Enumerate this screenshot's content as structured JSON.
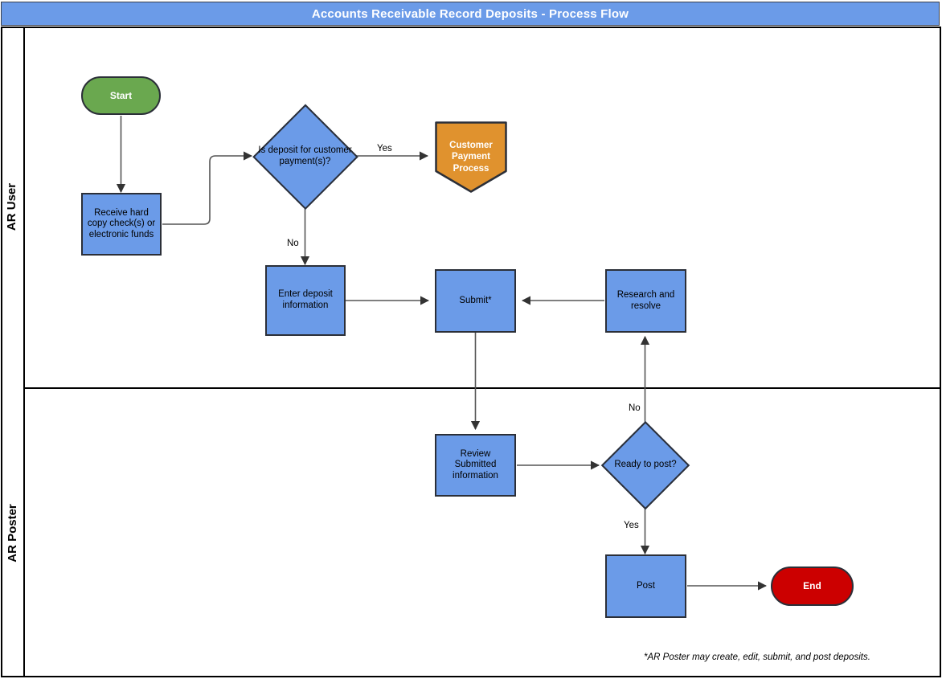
{
  "header": {
    "title": "Accounts Receivable Record Deposits - Process Flow"
  },
  "lanes": [
    {
      "id": "ar-user",
      "label": "AR User"
    },
    {
      "id": "ar-poster",
      "label": "AR Poster"
    }
  ],
  "nodes": {
    "start": {
      "label": "Start",
      "shape": "terminator",
      "color": "#6AA84F",
      "lane": "AR User"
    },
    "receive_funds": {
      "label": "Receive hard copy check(s) or electronic funds",
      "shape": "process",
      "color": "#6B9BE8",
      "lane": "AR User"
    },
    "is_customer_payment": {
      "label": "Is deposit for customer payment(s)?",
      "shape": "decision",
      "color": "#6B9BE8",
      "lane": "AR User"
    },
    "customer_payment_process": {
      "label": "Customer Payment Process",
      "shape": "off-page-connector",
      "color": "#E0922E",
      "lane": "AR User"
    },
    "enter_deposit": {
      "label": "Enter deposit information",
      "shape": "process",
      "color": "#6B9BE8",
      "lane": "AR User"
    },
    "submit": {
      "label": "Submit*",
      "shape": "process",
      "color": "#6B9BE8",
      "lane": "AR User"
    },
    "research_resolve": {
      "label": "Research and resolve",
      "shape": "process",
      "color": "#6B9BE8",
      "lane": "AR User"
    },
    "review_submitted": {
      "label": "Review Submitted information",
      "shape": "process",
      "color": "#6B9BE8",
      "lane": "AR Poster"
    },
    "ready_to_post": {
      "label": "Ready to post?",
      "shape": "decision",
      "color": "#6B9BE8",
      "lane": "AR Poster"
    },
    "post": {
      "label": "Post",
      "shape": "process",
      "color": "#6B9BE8",
      "lane": "AR Poster"
    },
    "end": {
      "label": "End",
      "shape": "terminator",
      "color": "#CC0000",
      "lane": "AR Poster"
    }
  },
  "edge_labels": {
    "yes_customer_payment": "Yes",
    "no_customer_payment": "No",
    "no_ready_to_post": "No",
    "yes_ready_to_post": "Yes"
  },
  "footnote": {
    "text": "*AR Poster may create, edit, submit, and post deposits."
  },
  "colors": {
    "banner": "#6B9BE8",
    "process_fill": "#6B9BE8",
    "start_fill": "#6AA84F",
    "end_fill": "#CC0000",
    "offpage_fill": "#E0922E",
    "stroke": "#2b2f38",
    "connector": "#555555"
  }
}
